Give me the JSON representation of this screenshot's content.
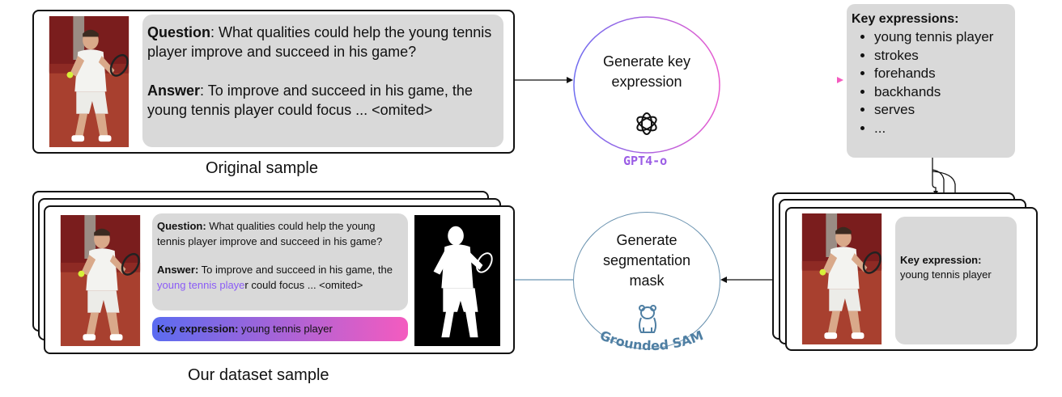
{
  "original": {
    "question_label": "Question",
    "question_text": ": What qualities could help the young tennis player improve and succeed in his game?",
    "answer_label": "Answer",
    "answer_text": ": To improve and succeed in his game, the young tennis player could focus ...  <omited>",
    "caption": "Original sample"
  },
  "gpt_step": {
    "text": "Generate key expression",
    "logo_label": "GPT4-o",
    "icon": "openai-logo-icon"
  },
  "key_list": {
    "title": "Key expressions:",
    "items": [
      "young tennis player",
      "strokes",
      "forehands",
      "backhands",
      "serves",
      "..."
    ]
  },
  "key_card": {
    "label": "Key expression:",
    "value": "young tennis player"
  },
  "sam_step": {
    "text": "Generate segmentation mask",
    "logo_label": "Grounded SAM",
    "icon": "bear-icon"
  },
  "dataset": {
    "question_label": "Question:",
    "question_text": " What qualities could help the young tennis player improve and succeed in his game?",
    "answer_label": "Answer:",
    "answer_text_pre": " To improve and succeed in his game, the ",
    "answer_highlight": "young tennis playe",
    "answer_text_post": "r could focus ... <omited>",
    "key_label": "Key expression:",
    "key_value": " young tennis player",
    "caption": "Our dataset sample"
  },
  "colors": {
    "box_gray": "#d9d9d9",
    "highlight": "#8b5cf6",
    "gradient_start": "#5b6cf0",
    "gradient_end": "#f45bbf",
    "gpt_label": "#9b5de5",
    "sam_label": "#4f7fa3"
  }
}
